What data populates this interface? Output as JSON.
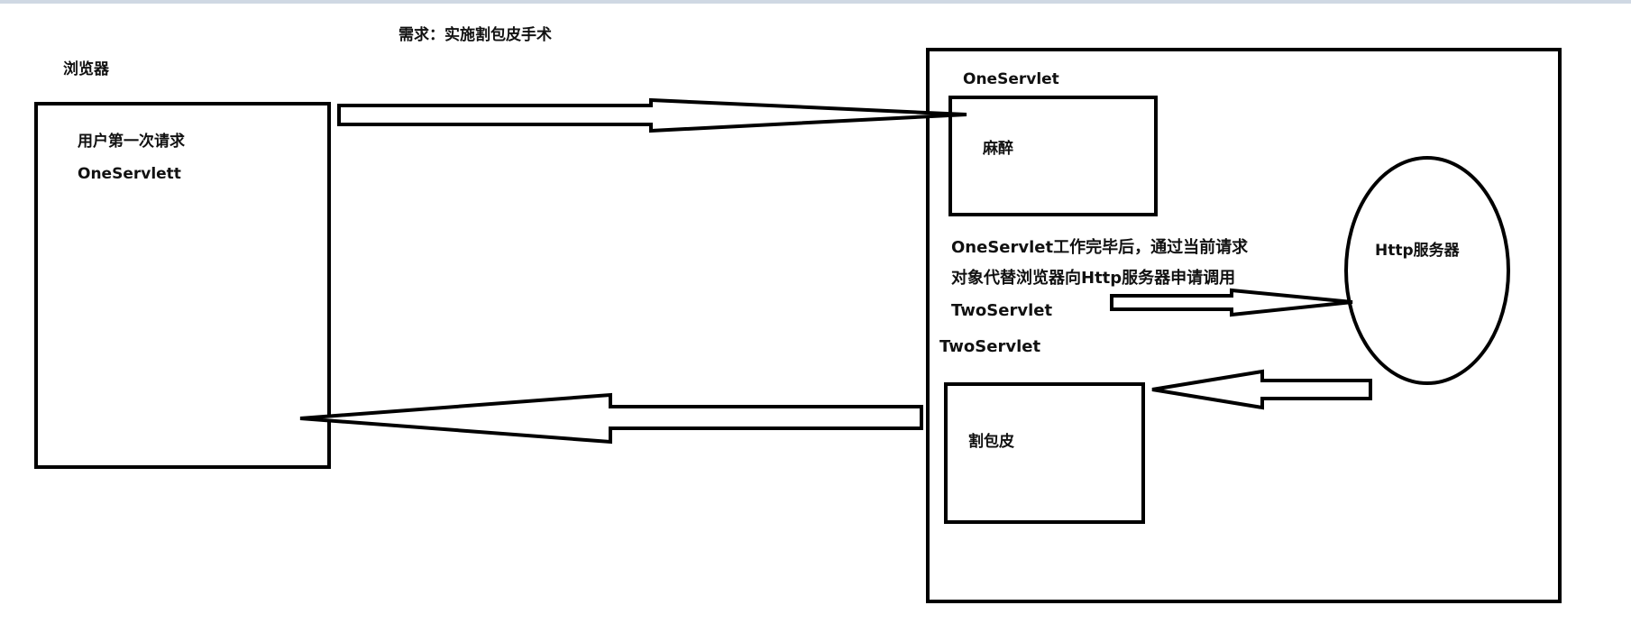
{
  "title": "需求：实施割包皮手术",
  "browser": {
    "label": "浏览器",
    "line1": "用户第一次请求",
    "line2": "OneServlett"
  },
  "server": {
    "one_servlet_label": "OneServlet",
    "anesthesia_label": "麻醉",
    "note_line1": "OneServlet工作完毕后，通过当前请求",
    "note_line2": "对象代替浏览器向Http服务器申请调用",
    "note_line3": "TwoServlet",
    "two_servlet_label": "TwoServlet",
    "circumcision_label": "割包皮",
    "http_server_label": "Http服务器"
  },
  "colors": {
    "stroke": "#000000",
    "strip": "#cfd8e3"
  }
}
